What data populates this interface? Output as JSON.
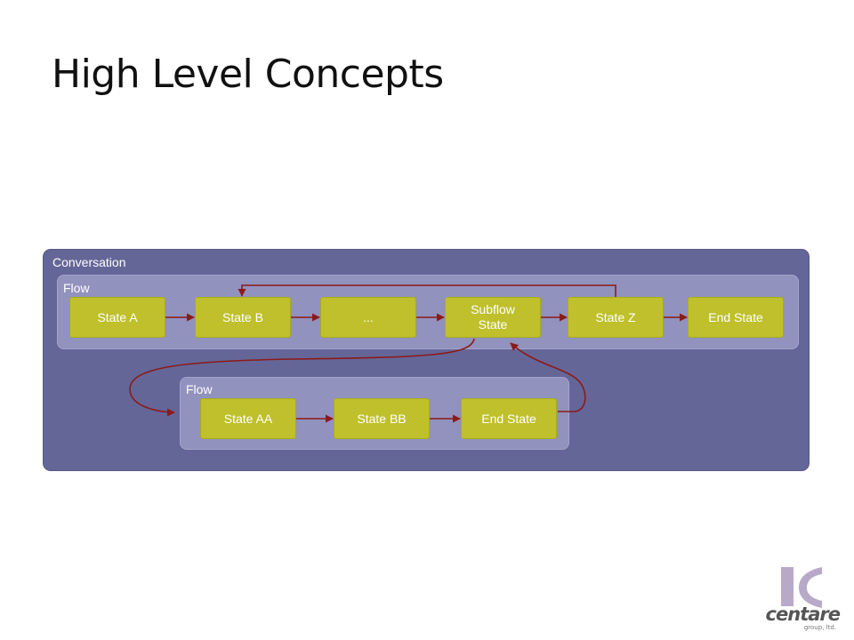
{
  "title": "High Level Concepts",
  "diagram": {
    "conversation_label": "Conversation",
    "main_flow": {
      "label": "Flow",
      "states": [
        {
          "label": "State A"
        },
        {
          "label": "State B"
        },
        {
          "label": "..."
        },
        {
          "label": "Subflow\nState"
        },
        {
          "label": "State Z"
        },
        {
          "label": "End State"
        }
      ]
    },
    "sub_flow": {
      "label": "Flow",
      "states": [
        {
          "label": "State AA"
        },
        {
          "label": "State BB"
        },
        {
          "label": "End State"
        }
      ]
    },
    "colors": {
      "conversation": "#656698",
      "flow": "#9192bd",
      "state": "#bfc02b",
      "arrow": "#8b1a1a"
    }
  },
  "logo": {
    "word": "centare",
    "sub": "group, ltd."
  }
}
